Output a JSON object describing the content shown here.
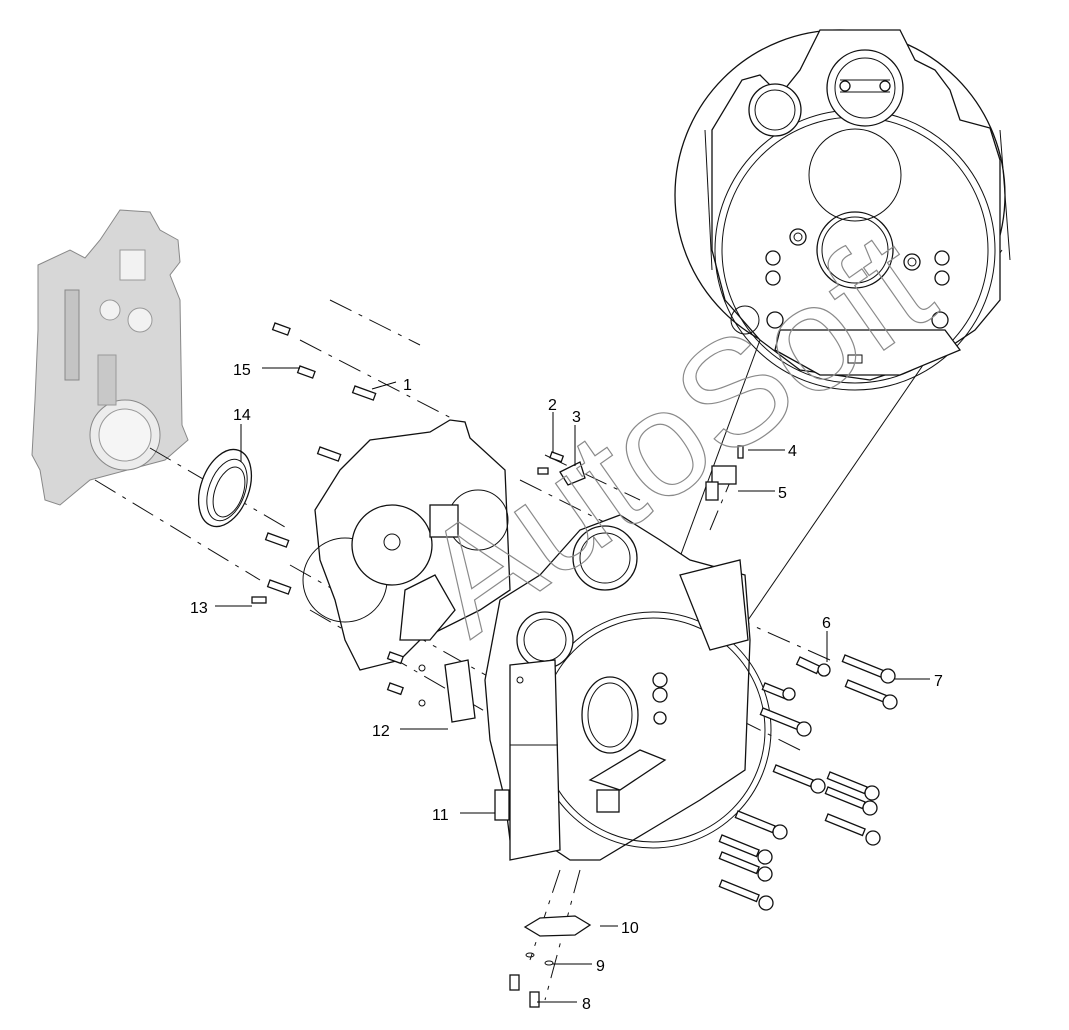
{
  "watermark": "AutoSoft",
  "callouts": [
    {
      "id": "c1",
      "text": "1"
    },
    {
      "id": "c2",
      "text": "2"
    },
    {
      "id": "c3",
      "text": "3"
    },
    {
      "id": "c4",
      "text": "4"
    },
    {
      "id": "c5",
      "text": "5"
    },
    {
      "id": "c6",
      "text": "6"
    },
    {
      "id": "c7",
      "text": "7"
    },
    {
      "id": "c8",
      "text": "8"
    },
    {
      "id": "c9",
      "text": "9"
    },
    {
      "id": "c10",
      "text": "10"
    },
    {
      "id": "c11",
      "text": "11"
    },
    {
      "id": "c12",
      "text": "12"
    },
    {
      "id": "c13",
      "text": "13"
    },
    {
      "id": "c14",
      "text": "14"
    },
    {
      "id": "c15",
      "text": "15"
    }
  ]
}
